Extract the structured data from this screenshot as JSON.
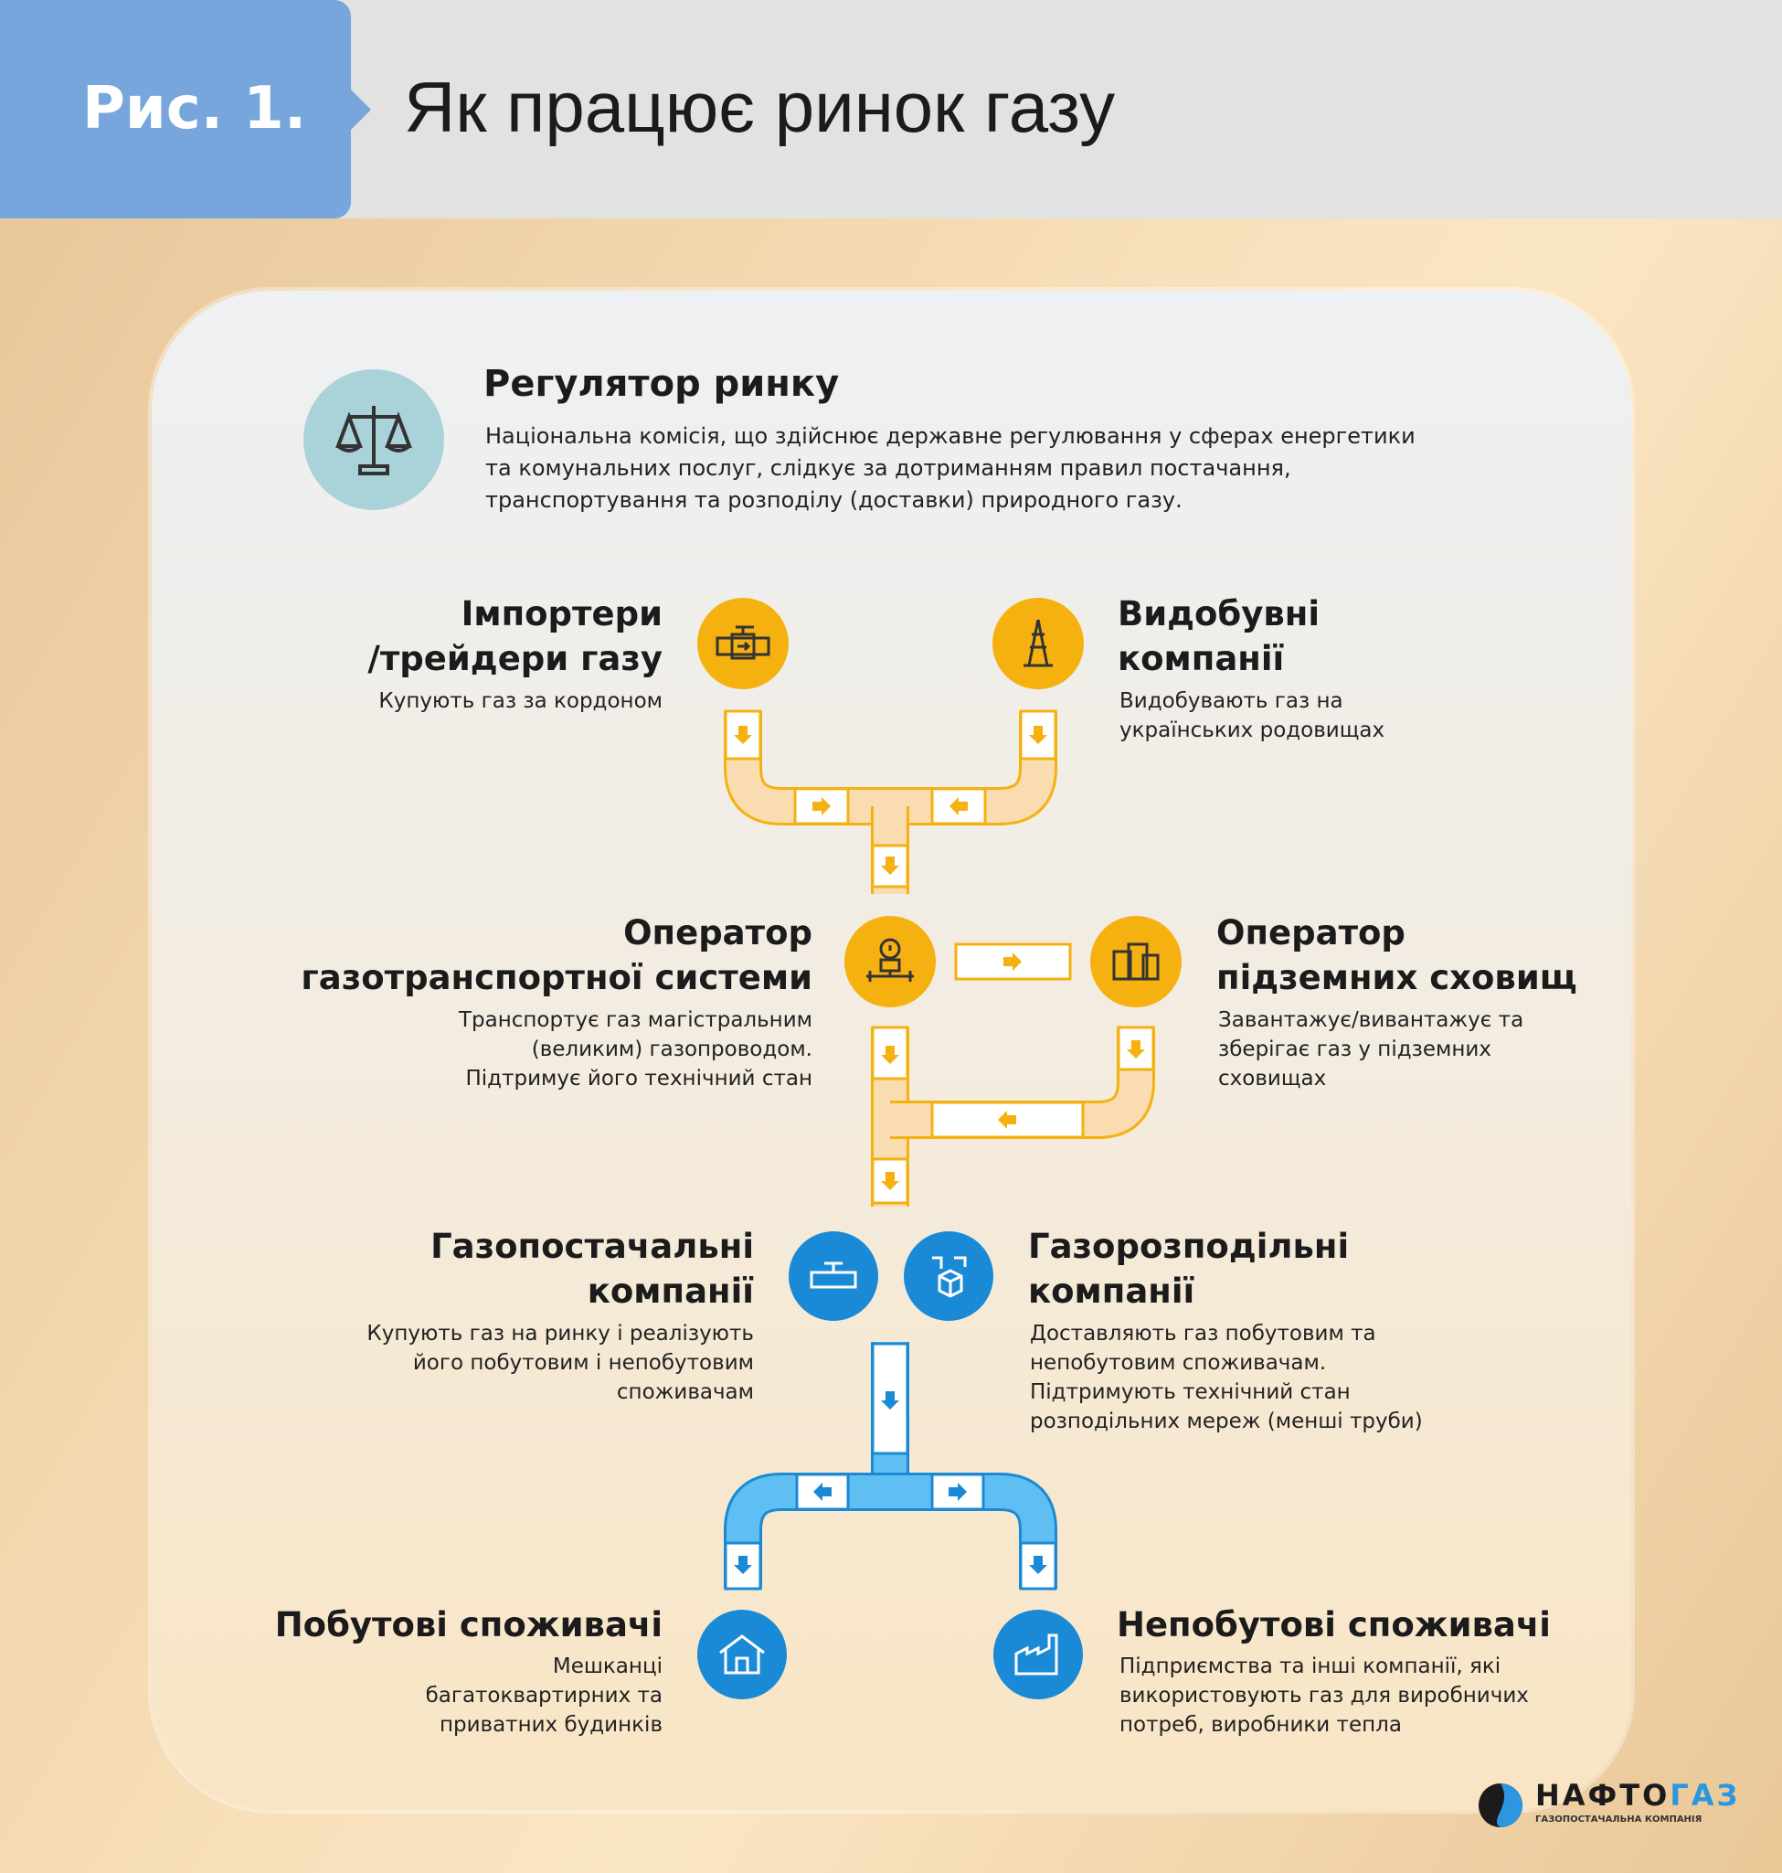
{
  "header": {
    "figure_label": "Рис. 1.",
    "title": "Як працює ринок газу"
  },
  "regulator": {
    "title": "Регулятор ринку",
    "desc": [
      "Національна комісія, що здійснює державне регулювання у сферах енергетики",
      "та комунальних послуг, слідкує за дотриманням правил постачання,",
      "транспортування та розподілу (доставки) природного газу."
    ]
  },
  "importers": {
    "title": [
      "Імпортери",
      "/трейдери газу"
    ],
    "desc": [
      "Купують газ за кордоном"
    ]
  },
  "producers": {
    "title": [
      "Видобувні",
      "компанії"
    ],
    "desc": [
      "Видобувають газ на",
      "українських родовищах"
    ]
  },
  "gts": {
    "title": [
      "Оператор",
      "газотранспортної системи"
    ],
    "desc": [
      "Транспортує газ магістральним",
      "(великим) газопроводом.",
      "Підтримує його технічний стан"
    ]
  },
  "storage": {
    "title": [
      "Оператор",
      "підземних сховищ"
    ],
    "desc": [
      "Завантажує/вивантажує та",
      "зберігає газ у підземних",
      "сховищах"
    ]
  },
  "suppliers": {
    "title": [
      "Газопостачальні",
      "компанії"
    ],
    "desc": [
      "Купують газ на ринку і реалізують",
      "його побутовим і непобутовим",
      "споживачам"
    ]
  },
  "distributors": {
    "title": [
      "Газорозподільні",
      "компанії"
    ],
    "desc": [
      "Доставляють газ побутовим та",
      "непобутовим споживачам.",
      "Підтримують технічний стан",
      "розподільних мереж (менші труби)"
    ]
  },
  "household": {
    "title": "Побутові споживачі",
    "desc": [
      "Мешканці",
      "багатоквартирних та",
      "приватних будинків"
    ]
  },
  "nonhousehold": {
    "title": "Непобутові споживачі",
    "desc": [
      "Підприємства та інші компанії, які",
      "використовують газ для виробничих",
      "потреб, виробники тепла"
    ]
  },
  "logo": {
    "name_dark": "НАФТО",
    "name_blue": "ГАЗ",
    "subtitle": "ГАЗОПОСТАЧАЛЬНА КОМПАНІЯ"
  },
  "colors": {
    "yellow": "#f5b10f",
    "blue": "#1a8ad6",
    "header_blue": "#76a6db"
  }
}
